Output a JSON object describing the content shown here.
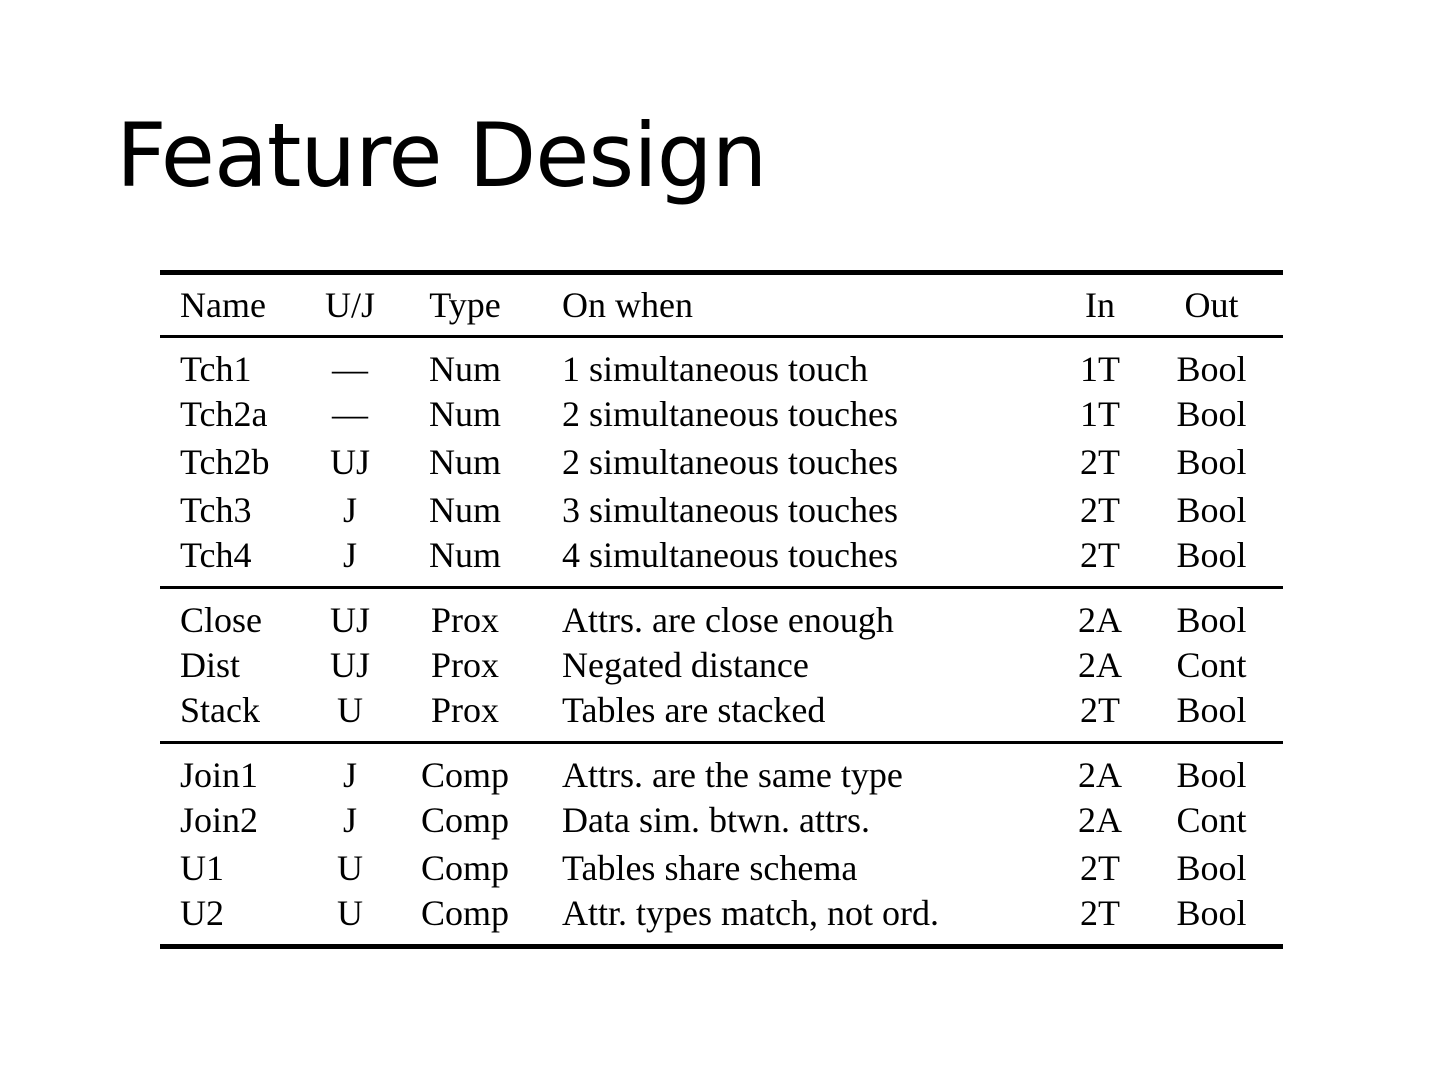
{
  "page": {
    "background_color": "#ffffff",
    "text_color": "#000000"
  },
  "title": "Feature Design",
  "table": {
    "columns": [
      "Name",
      "U/J",
      "Type",
      "On when",
      "In",
      "Out"
    ],
    "column_keys": [
      "name",
      "uj",
      "type",
      "on-when",
      "in",
      "out"
    ],
    "groups": [
      {
        "rows": [
          [
            "Tch1",
            "—",
            "Num",
            "1 simultaneous touch",
            "1T",
            "Bool"
          ],
          [
            "Tch2a",
            "—",
            "Num",
            "2 simultaneous touches",
            "1T",
            "Bool"
          ],
          [
            "Tch2b",
            "UJ",
            "Num",
            "2 simultaneous touches",
            "2T",
            "Bool"
          ],
          [
            "Tch3",
            "J",
            "Num",
            "3 simultaneous touches",
            "2T",
            "Bool"
          ],
          [
            "Tch4",
            "J",
            "Num",
            "4 simultaneous touches",
            "2T",
            "Bool"
          ]
        ]
      },
      {
        "rows": [
          [
            "Close",
            "UJ",
            "Prox",
            "Attrs. are close enough",
            "2A",
            "Bool"
          ],
          [
            "Dist",
            "UJ",
            "Prox",
            "Negated distance",
            "2A",
            "Cont"
          ],
          [
            "Stack",
            "U",
            "Prox",
            "Tables are stacked",
            "2T",
            "Bool"
          ]
        ]
      },
      {
        "rows": [
          [
            "Join1",
            "J",
            "Comp",
            "Attrs. are the same type",
            "2A",
            "Bool"
          ],
          [
            "Join2",
            "J",
            "Comp",
            "Data sim. btwn. attrs.",
            "2A",
            "Cont"
          ],
          [
            "U1",
            "U",
            "Comp",
            "Tables share schema",
            "2T",
            "Bool"
          ],
          [
            "U2",
            "U",
            "Comp",
            "Attr. types match, not ord.",
            "2T",
            "Bool"
          ]
        ]
      }
    ]
  }
}
